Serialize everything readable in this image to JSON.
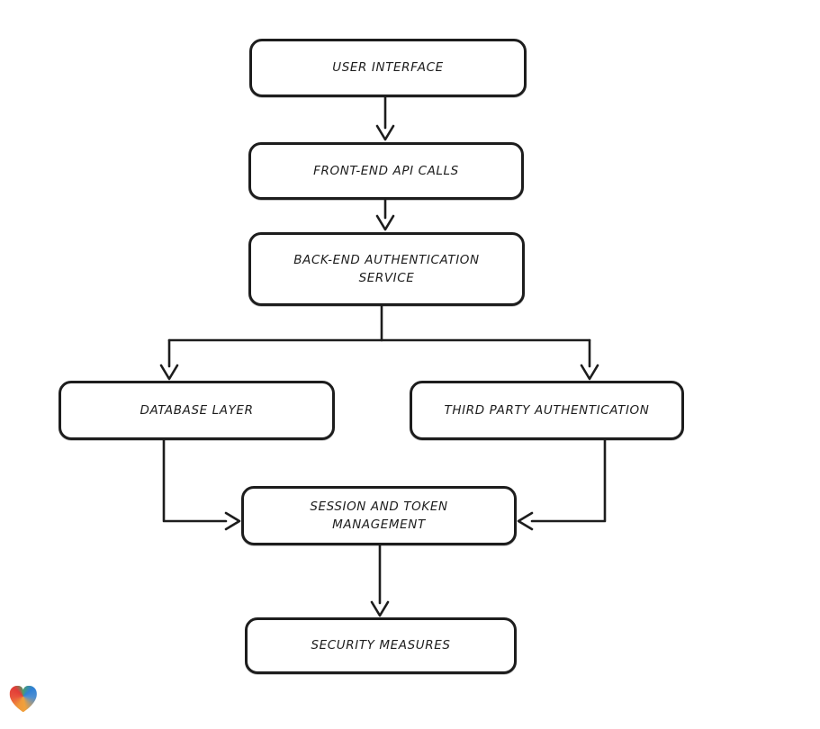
{
  "diagram": {
    "nodes": [
      {
        "id": "user-interface",
        "label": "USER INTERFACE"
      },
      {
        "id": "front-end-api-calls",
        "label": "FRONT-END API CALLS"
      },
      {
        "id": "back-end-authentication-service",
        "label": "BACK-END AUTHENTICATION\nSERVICE"
      },
      {
        "id": "database-layer",
        "label": "DATABASE LAYER"
      },
      {
        "id": "third-party-authentication",
        "label": "THIRD PARTY AUTHENTICATION"
      },
      {
        "id": "session-and-token-management",
        "label": "SESSION AND TOKEN\nMANAGEMENT"
      },
      {
        "id": "security-measures",
        "label": "SECURITY MEASURES"
      }
    ],
    "edges": [
      {
        "from": "USER INTERFACE",
        "to": "FRONT-END API CALLS"
      },
      {
        "from": "FRONT-END API CALLS",
        "to": "BACK-END AUTHENTICATION SERVICE"
      },
      {
        "from": "BACK-END AUTHENTICATION SERVICE",
        "to": "DATABASE LAYER"
      },
      {
        "from": "BACK-END AUTHENTICATION SERVICE",
        "to": "THIRD PARTY AUTHENTICATION"
      },
      {
        "from": "DATABASE LAYER",
        "to": "SESSION AND TOKEN MANAGEMENT"
      },
      {
        "from": "THIRD PARTY AUTHENTICATION",
        "to": "SESSION AND TOKEN MANAGEMENT"
      },
      {
        "from": "SESSION AND TOKEN MANAGEMENT",
        "to": "SECURITY MEASURES"
      }
    ],
    "colors": {
      "stroke": "#1d1d1d",
      "node_fill": "#ffffff",
      "background": "#ffffff"
    },
    "logo": {
      "icon": "heart-icon",
      "colors": {
        "left_lobe_red": "#e23b37",
        "right_lobe_blue": "#2f80d6",
        "top_center_teal": "#49a06b",
        "bottom_orange": "#f0993a"
      }
    }
  }
}
